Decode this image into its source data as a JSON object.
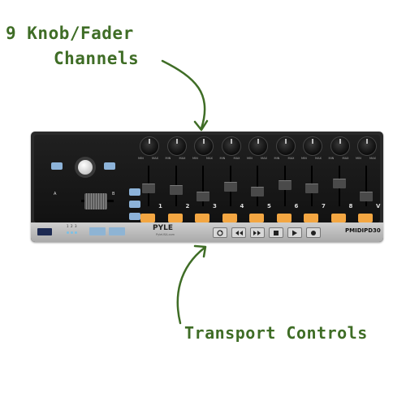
{
  "callouts": {
    "top_line1": "9 Knob/Fader",
    "top_line2": "Channels",
    "bottom": "Transport Controls"
  },
  "device": {
    "brand": "PYLE",
    "brand_url": "PyleUSA.com",
    "model": "PMIDIPD30",
    "crossfader_left": "A",
    "crossfader_right": "B",
    "knob_min": "MIN",
    "knob_max": "MAX",
    "last_channel_label": "V",
    "led_labels": [
      "1",
      "2",
      "3"
    ],
    "channel_numbers": [
      "1",
      "2",
      "3",
      "4",
      "5",
      "6",
      "7",
      "8"
    ],
    "transport_buttons": [
      "cycle-icon",
      "rewind-icon",
      "fast-forward-icon",
      "stop-icon",
      "play-icon",
      "record-icon"
    ]
  },
  "colors": {
    "callout_green": "#3f6d26",
    "pad_orange": "#f3a642",
    "button_blue": "#8db3d9",
    "body_black": "#1a1a1a"
  }
}
